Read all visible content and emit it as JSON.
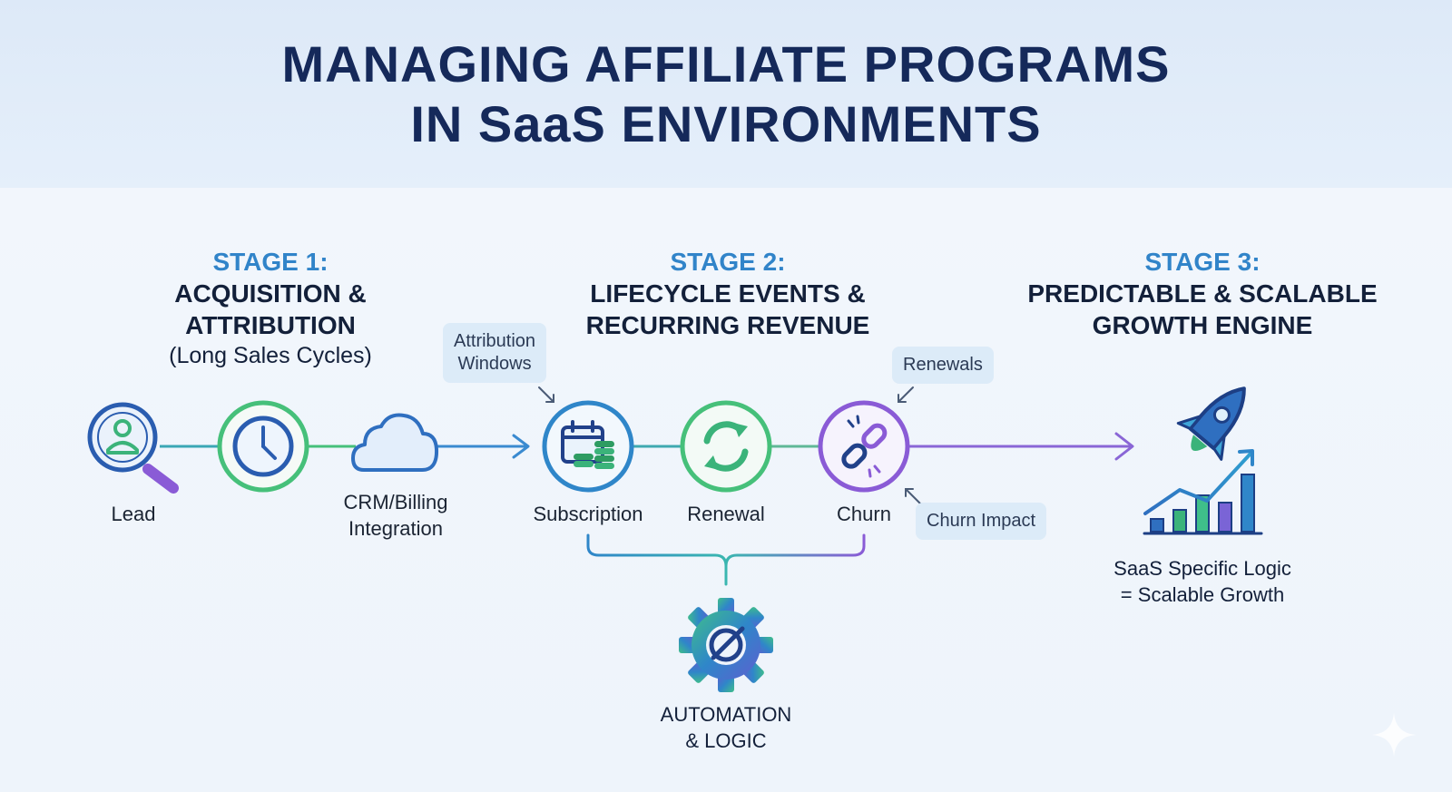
{
  "title": {
    "line1": "MANAGING AFFILIATE PROGRAMS",
    "line2": "IN SaaS ENVIRONMENTS"
  },
  "stages": [
    {
      "num": "STAGE 1:",
      "title1": "ACQUISITION &",
      "title2": "ATTRIBUTION",
      "sub": "(Long Sales Cycles)"
    },
    {
      "num": "STAGE 2:",
      "title1": "LIFECYCLE EVENTS &",
      "title2": "RECURRING REVENUE"
    },
    {
      "num": "STAGE 3:",
      "title1": "PREDICTABLE & SCALABLE",
      "title2": "GROWTH ENGINE"
    }
  ],
  "nodes": {
    "lead": "Lead",
    "crm_line1": "CRM/Billing",
    "crm_line2": "Integration",
    "subscription": "Subscription",
    "renewal": "Renewal",
    "churn": "Churn"
  },
  "callouts": {
    "attribution_line1": "Attribution",
    "attribution_line2": "Windows",
    "renewals": "Renewals",
    "churn_impact": "Churn Impact"
  },
  "automation": {
    "line1": "AUTOMATION",
    "line2": "& LOGIC"
  },
  "growth": {
    "line1": "SaaS Specific Logic",
    "line2": "= Scalable Growth"
  },
  "icons": {
    "lead": "magnifier-user-icon",
    "clock": "clock-icon",
    "cloud": "cloud-icon",
    "subscription": "calendar-coins-icon",
    "renewal": "refresh-icon",
    "churn": "broken-link-icon",
    "automation": "gear-icon",
    "growth": "rocket-chart-icon"
  },
  "colors": {
    "title": "#15295a",
    "stage_accent": "#3184c9",
    "blue": "#2f6fc0",
    "green": "#46c07a",
    "purple": "#8a5bd6",
    "callout_bg": "#dcebf8"
  }
}
